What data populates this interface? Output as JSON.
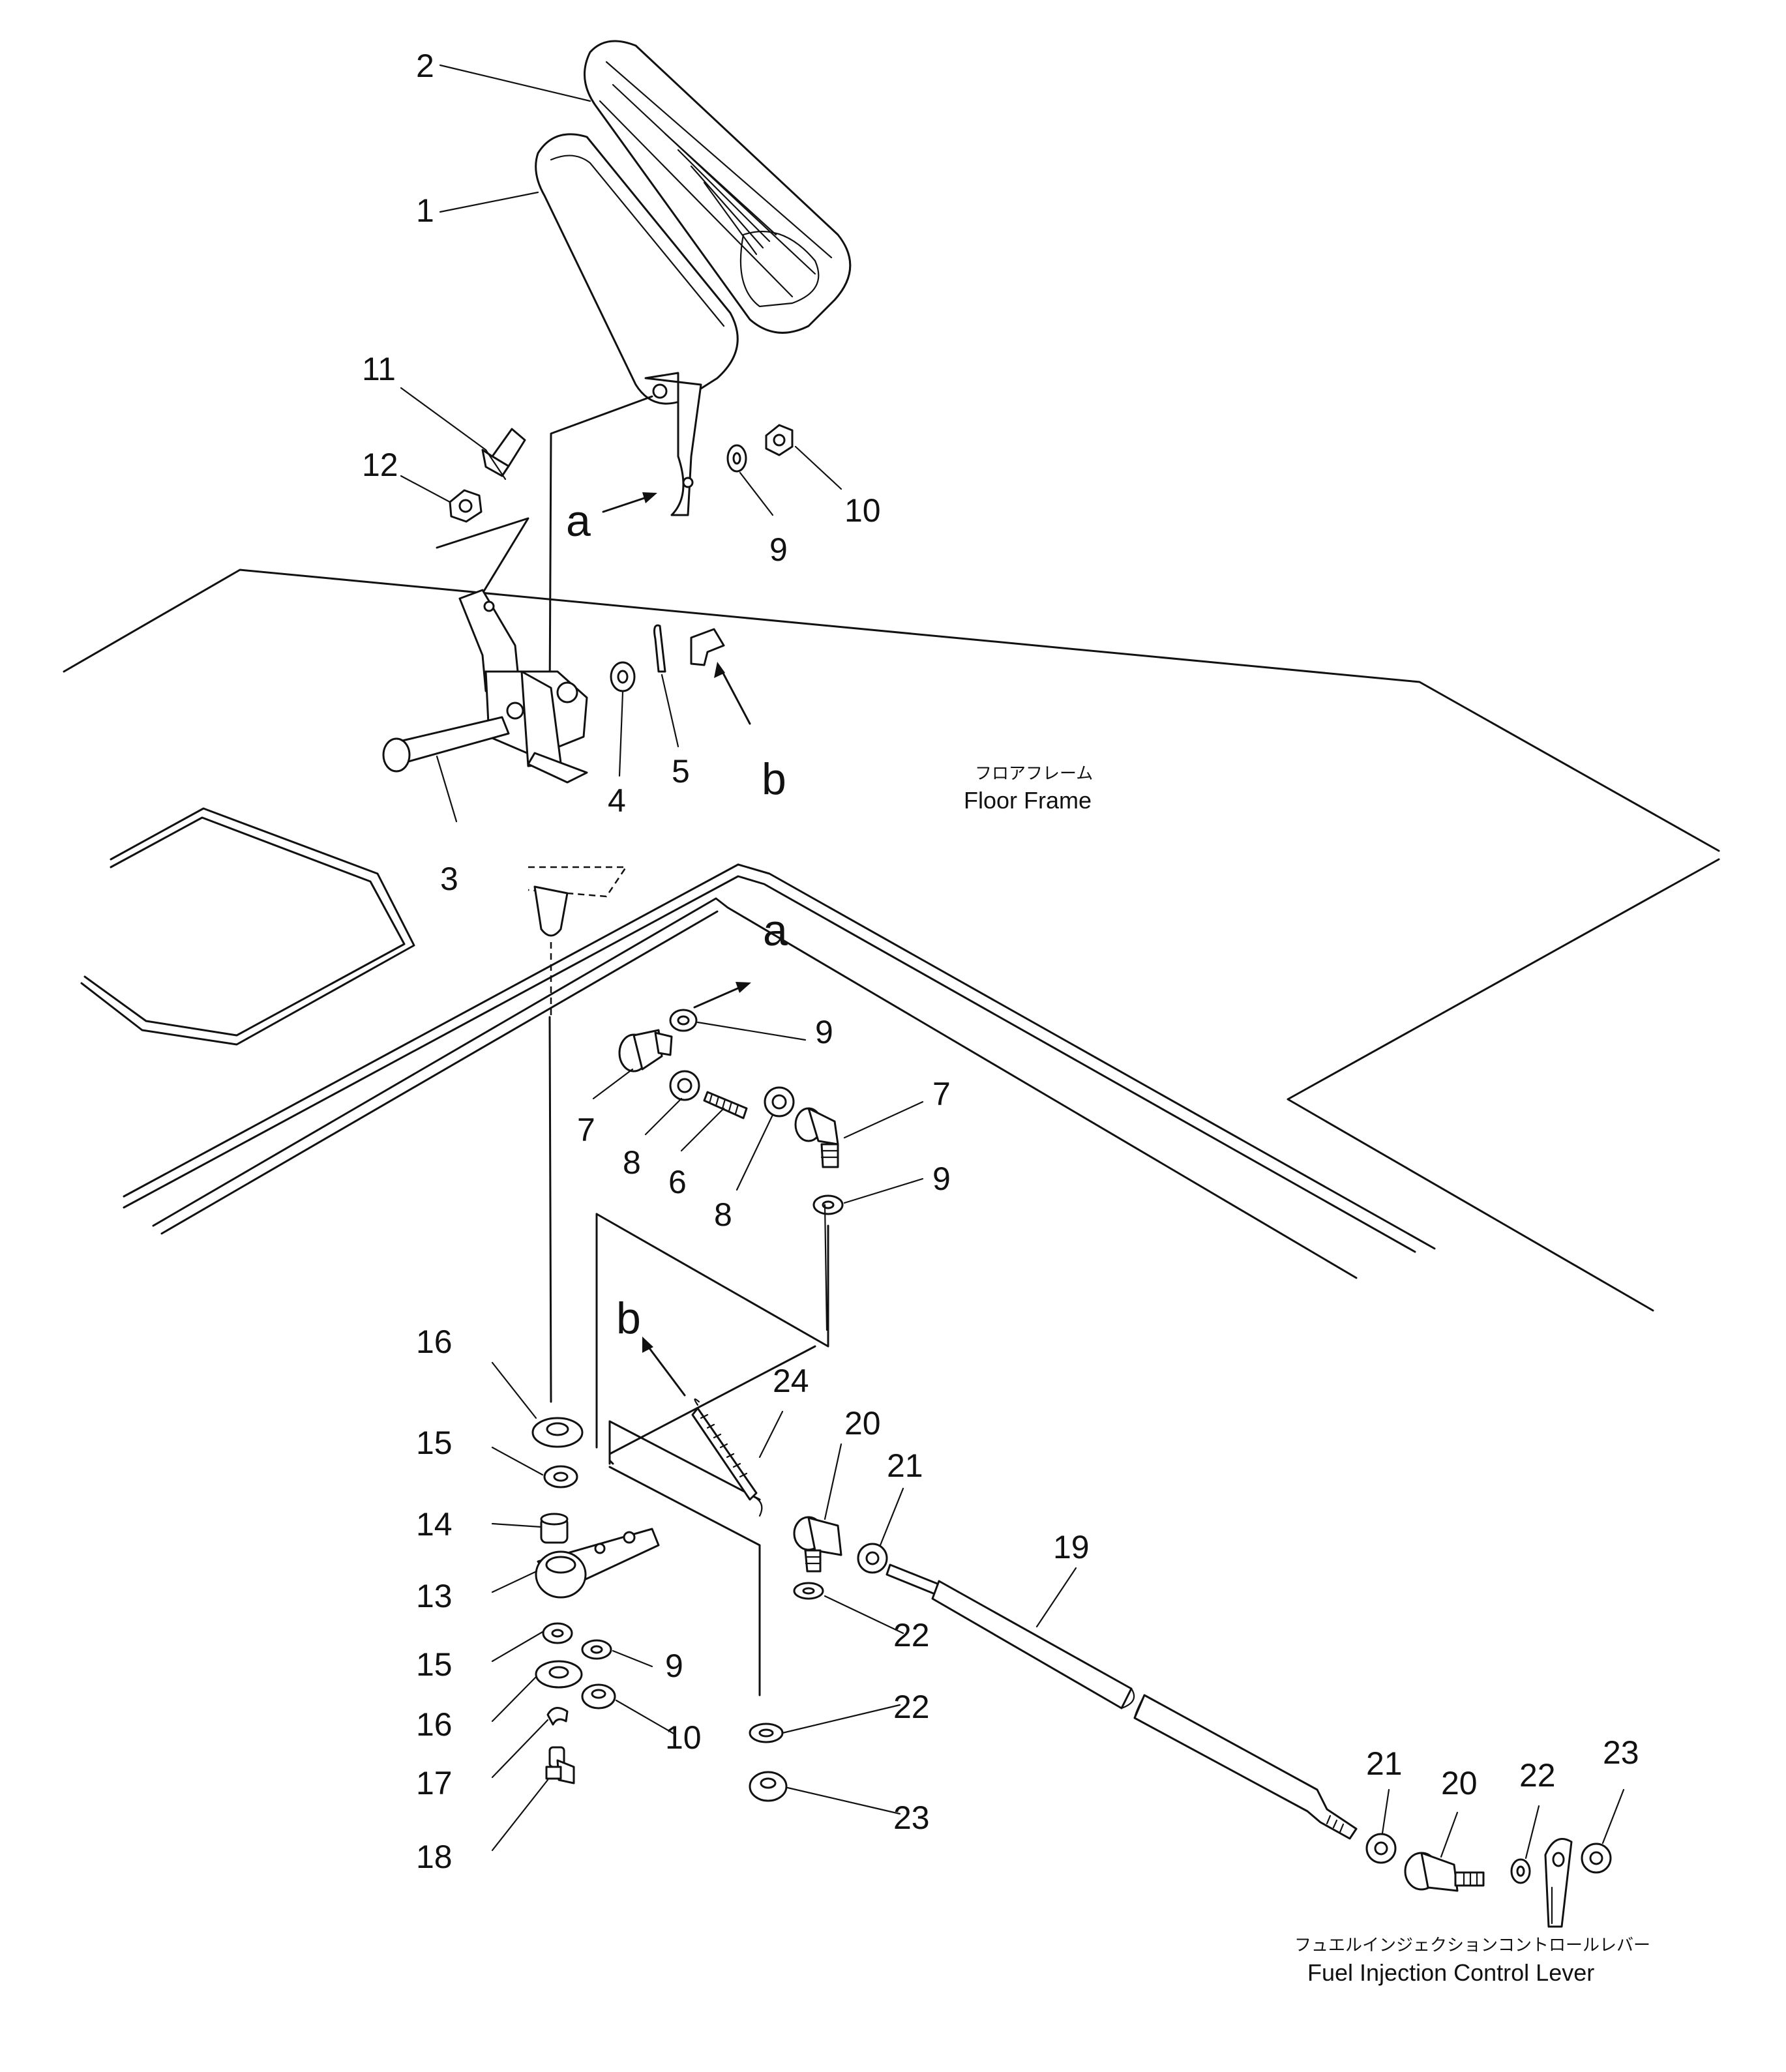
{
  "callouts": {
    "n1": "1",
    "n2": "2",
    "n3": "3",
    "n4": "4",
    "n5": "5",
    "n6": "6",
    "n7": "7",
    "n8": "8",
    "n9": "9",
    "n10": "10",
    "n11": "11",
    "n12": "12",
    "n13": "13",
    "n14": "14",
    "n15": "15",
    "n16": "16",
    "n17": "17",
    "n18": "18",
    "n19": "19",
    "n20": "20",
    "n21": "21",
    "n22": "22",
    "n23": "23",
    "n24": "24"
  },
  "refs": {
    "a": "a",
    "b": "b"
  },
  "labels": {
    "floor_frame_jp": "フロアフレーム",
    "floor_frame_en": "Floor Frame",
    "fuel_lever_jp": "フュエルインジェクションコントロールレバー",
    "fuel_lever_en": "Fuel Injection Control Lever"
  }
}
